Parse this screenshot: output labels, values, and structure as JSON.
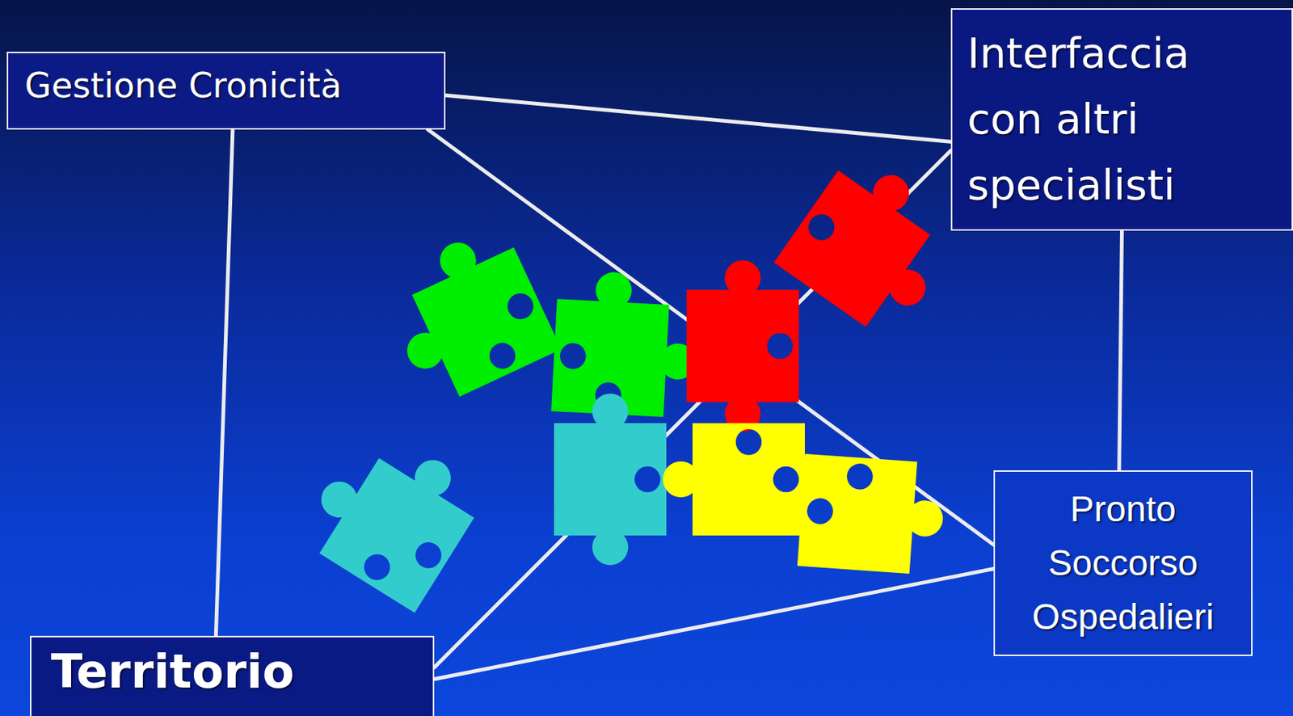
{
  "diagram": {
    "nodes": [
      {
        "text": [
          "Gestione Cronicità"
        ]
      },
      {
        "text": [
          "Interfaccia con altri specialisti"
        ]
      },
      {
        "text": [
          "Pronto Soccorso Ospedalieri"
        ]
      },
      {
        "text": [
          "Territorio"
        ]
      }
    ],
    "edges": [
      {
        "from": 0,
        "to": 1,
        "arrow": "none"
      },
      {
        "from": 0,
        "to": 3,
        "arrow": "none"
      },
      {
        "from": 0,
        "to": 2,
        "arrow": "none"
      },
      {
        "from": 1,
        "to": 2,
        "arrow": "none"
      },
      {
        "from": 3,
        "to": 1,
        "arrow": "none"
      },
      {
        "from": 3,
        "to": 2,
        "arrow": "none"
      }
    ]
  }
}
